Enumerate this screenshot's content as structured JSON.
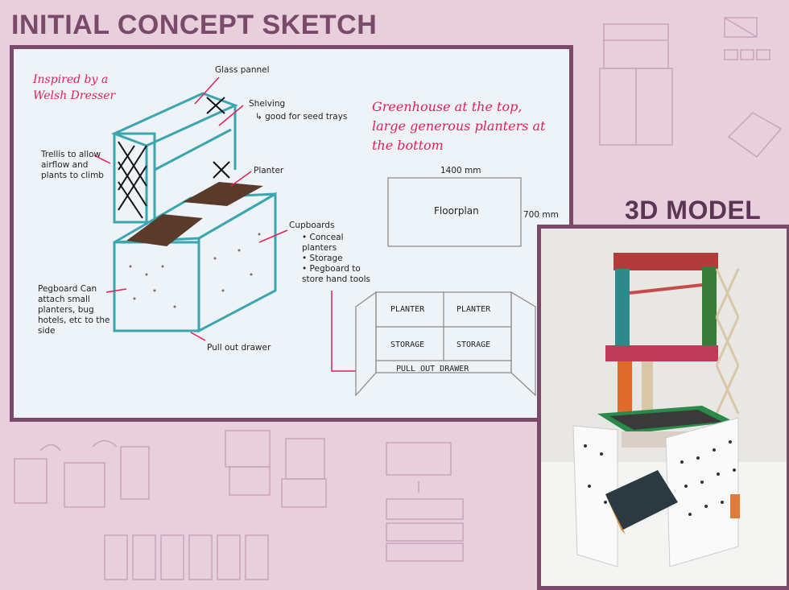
{
  "headings": {
    "sketch": "INITIAL CONCEPT SKETCH",
    "model": "3D MODEL"
  },
  "sketch": {
    "inspired": "Inspired by a Welsh Dresser",
    "headline": "Greenhouse at the top, large generous planters at the bottom",
    "labels": {
      "glass": "Glass pannel",
      "shelving": "Shelving",
      "shelving_note": "↳ good for seed trays",
      "trellis": "Trellis to allow airflow and plants to climb",
      "planter": "Planter",
      "cupboards": "Cupboards",
      "cupboard_items": [
        "• Conceal planters",
        "• Storage",
        "• Pegboard to store hand tools"
      ],
      "pegboard": "Pegboard Can attach small planters, bug hotels, etc to the side",
      "drawer": "Pull out drawer"
    },
    "floorplan": {
      "width": "1400 mm",
      "label": "Floorplan",
      "depth": "700 mm"
    },
    "plan_cells": [
      "PLANTER",
      "PLANTER",
      "STORAGE",
      "STORAGE"
    ],
    "plan_drawer": "PULL OUT DRAWER"
  },
  "colors": {
    "background": "#e8cfdc",
    "frame": "#7a4a6a",
    "accent_red": "#e0205a",
    "sketch_teal": "#3aa6b0"
  }
}
